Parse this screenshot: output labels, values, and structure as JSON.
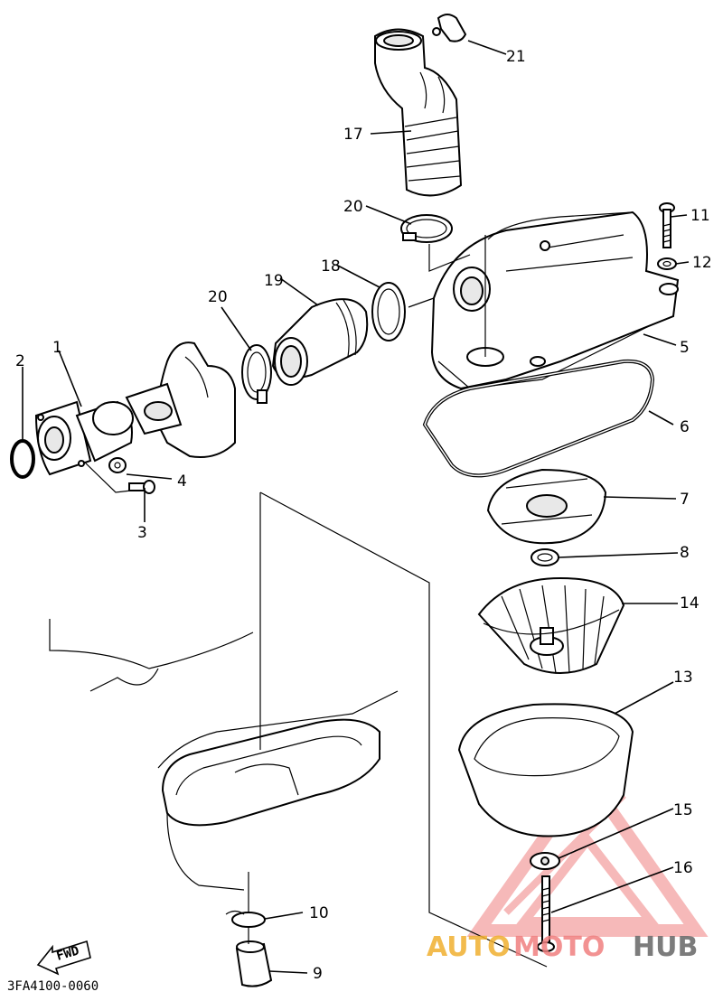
{
  "diagram_code": "3FA4100-0060",
  "fwd_label": "FWD",
  "watermark": {
    "auto": "AUTO",
    "moto": "MOTO",
    "hub": "HUB",
    "accent_color": "#f08080",
    "dark_color": "#6e6e6e",
    "auto_color": "#f0b030"
  },
  "callouts": {
    "c1": "1",
    "c2": "2",
    "c3": "3",
    "c4": "4",
    "c5": "5",
    "c6": "6",
    "c7": "7",
    "c8": "8",
    "c9": "9",
    "c10": "10",
    "c11": "11",
    "c12": "12",
    "c13": "13",
    "c14": "14",
    "c15": "15",
    "c16": "16",
    "c17": "17",
    "c18": "18",
    "c19": "19",
    "c20a": "20",
    "c20b": "20",
    "c21": "21"
  }
}
